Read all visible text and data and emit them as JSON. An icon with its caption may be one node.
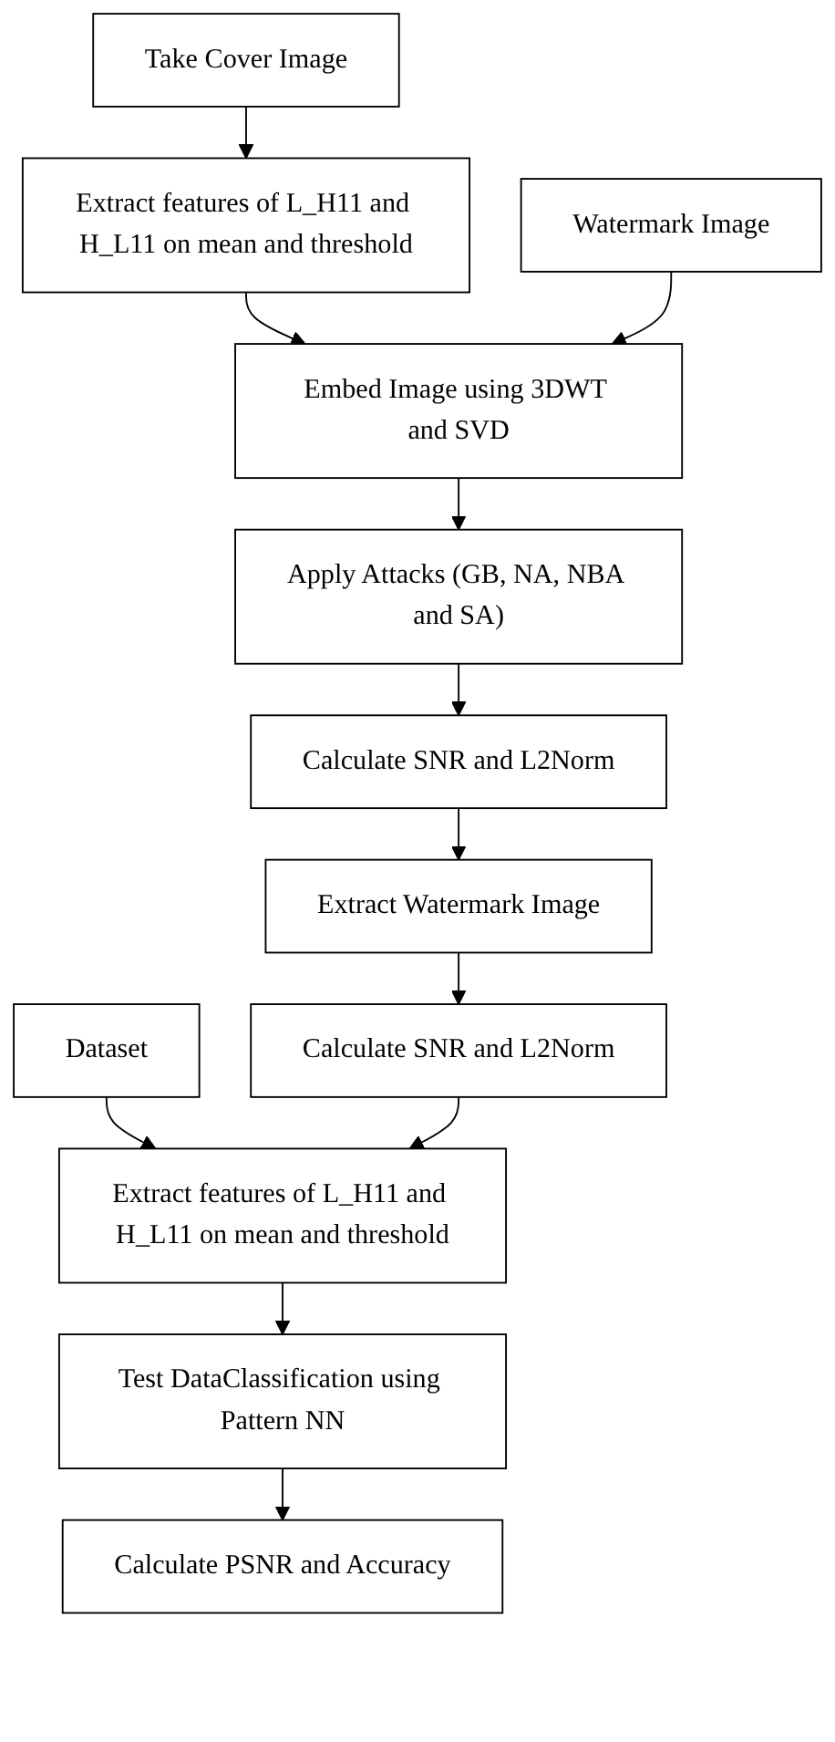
{
  "diagram": {
    "nodes": [
      {
        "text": [
          "Take Cover Image"
        ]
      },
      {
        "text": [
          "Watermark Image"
        ]
      },
      {
        "text": [
          "Extract features of L_H11 and H_L11 on mean and threshold"
        ]
      },
      {
        "text": [
          "Embed Image using 3DWT and SVD"
        ]
      },
      {
        "text": [
          "Apply Attacks (GB, NA, NBA and SA)"
        ]
      },
      {
        "text": [
          "Calculate SNR and L2Norm"
        ]
      },
      {
        "text": [
          "Extract Watermark Image"
        ]
      },
      {
        "text": [
          "Calculate SNR and L2Norm"
        ]
      },
      {
        "text": [
          "Dataset"
        ]
      },
      {
        "text": [
          "Extract features of L_H11 and H_L11 on mean and threshold"
        ]
      },
      {
        "text": [
          "Test DataClassification using Pattern NN"
        ]
      },
      {
        "text": [
          "Calculate PSNR and Accuracy"
        ]
      }
    ],
    "edges": [
      {
        "from": 0,
        "to": 2,
        "arrow": "to"
      },
      {
        "from": 2,
        "to": 3,
        "arrow": "to"
      },
      {
        "from": 1,
        "to": 3,
        "arrow": "to"
      },
      {
        "from": 3,
        "to": 4,
        "arrow": "to"
      },
      {
        "from": 4,
        "to": 5,
        "arrow": "to"
      },
      {
        "from": 5,
        "to": 6,
        "arrow": "to"
      },
      {
        "from": 6,
        "to": 7,
        "arrow": "to"
      },
      {
        "from": 8,
        "to": 9,
        "arrow": "to"
      },
      {
        "from": 7,
        "to": 9,
        "arrow": "to"
      },
      {
        "from": 9,
        "to": 10,
        "arrow": "to"
      },
      {
        "from": 10,
        "to": 11,
        "arrow": "to"
      }
    ]
  }
}
